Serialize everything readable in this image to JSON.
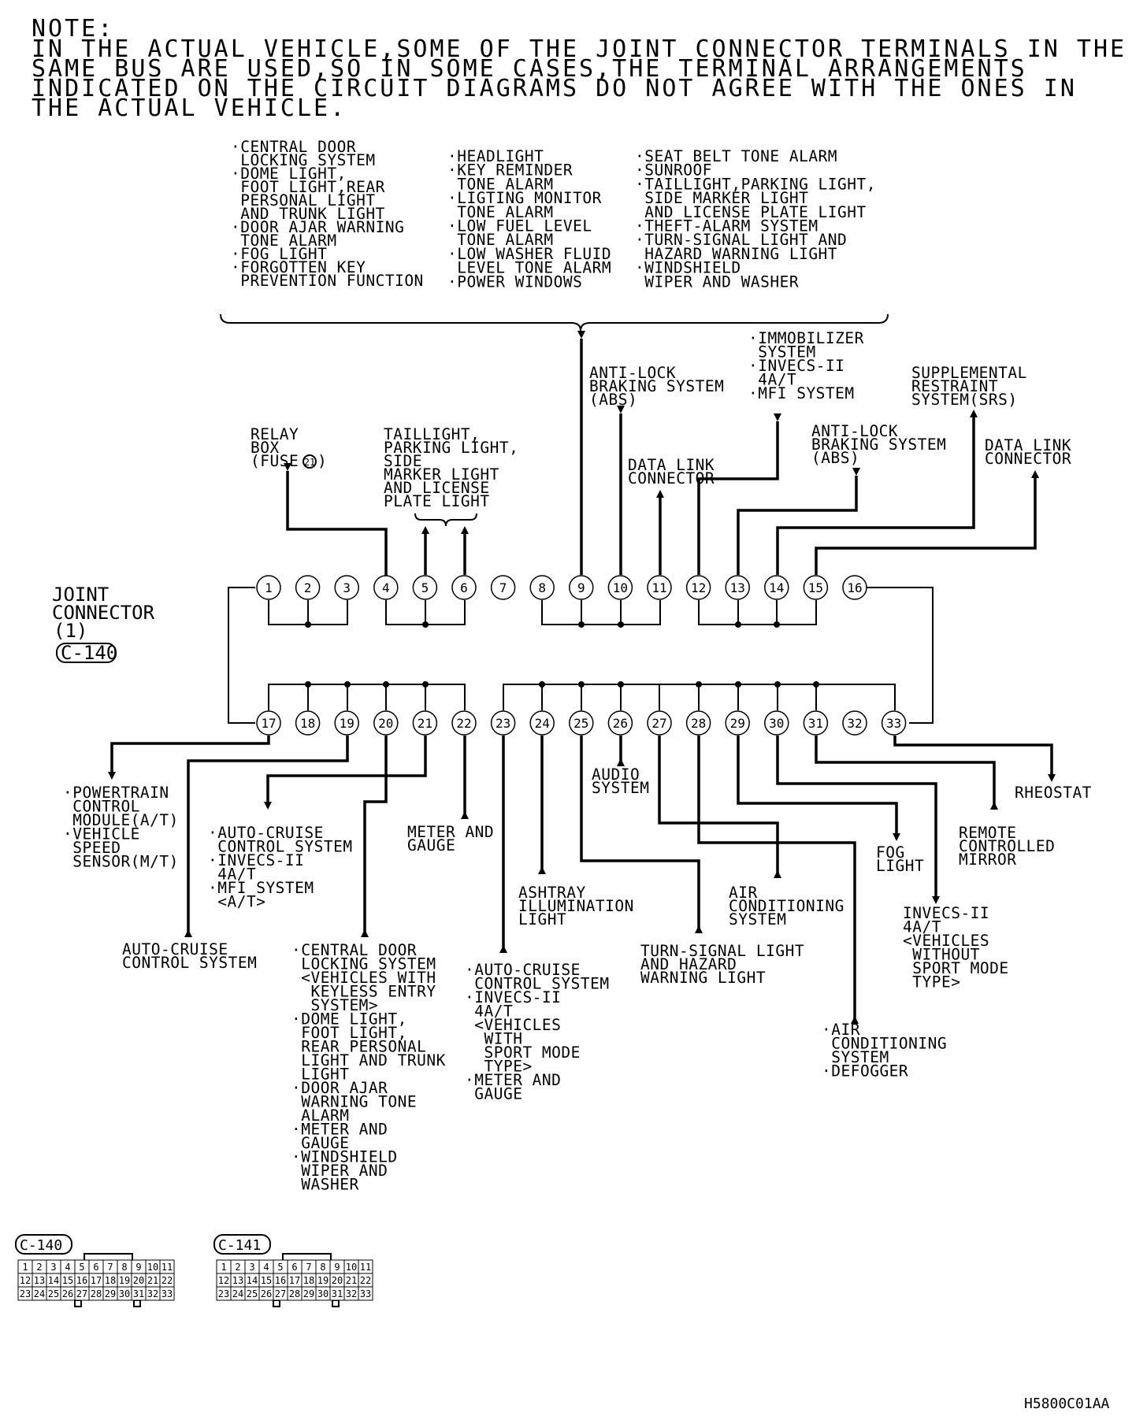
{
  "note": {
    "heading": "NOTE:",
    "lines": [
      "IN THE ACTUAL VEHICLE,SOME OF THE JOINT CONNECTOR TERMINALS IN THE",
      "SAME BUS ARE USED,SO IN SOME CASES,THE TERMINAL ARRANGEMENTS",
      "INDICATED ON THE CIRCUIT DIAGRAMS DO NOT AGREE WITH THE ONES IN",
      "THE ACTUAL VEHICLE."
    ]
  },
  "top_systems": {
    "col1": [
      "·CENTRAL DOOR",
      " LOCKING SYSTEM",
      "·DOME LIGHT,",
      " FOOT LIGHT,REAR",
      " PERSONAL LIGHT",
      " AND TRUNK LIGHT",
      "·DOOR AJAR WARNING",
      " TONE ALARM",
      "·FOG LIGHT",
      "·FORGOTTEN KEY",
      " PREVENTION FUNCTION"
    ],
    "col2": [
      "·HEADLIGHT",
      "·KEY REMINDER",
      " TONE ALARM",
      "·LIGTING MONITOR",
      " TONE ALARM",
      "·LOW FUEL LEVEL",
      " TONE ALARM",
      "·LOW WASHER FLUID",
      " LEVEL TONE ALARM",
      "·POWER WINDOWS"
    ],
    "col3": [
      "·SEAT BELT TONE ALARM",
      "·SUNROOF",
      "·TAILLIGHT,PARKING LIGHT,",
      " SIDE MARKER LIGHT",
      " AND LICENSE PLATE LIGHT",
      "·THEFT-ALARM SYSTEM",
      "·TURN-SIGNAL LIGHT AND",
      " HAZARD WARNING LIGHT",
      "·WINDSHIELD",
      " WIPER AND WASHER"
    ]
  },
  "labels": {
    "relay_box": [
      "RELAY",
      "BOX",
      "(FUSE",
      ")"
    ],
    "fuse_number": "21",
    "taillight": [
      "TAILLIGHT,",
      "PARKING LIGHT,",
      "SIDE",
      "MARKER LIGHT",
      "AND LICENSE",
      "PLATE LIGHT"
    ],
    "abs_1": [
      "ANTI-LOCK",
      "BRAKING SYSTEM",
      "(ABS)"
    ],
    "data_link_1": [
      "DATA LINK",
      "CONNECTOR"
    ],
    "immobilizer": [
      "·IMMOBILIZER",
      " SYSTEM",
      "·INVECS-II",
      " 4A/T",
      "·MFI SYSTEM"
    ],
    "abs_2": [
      "ANTI-LOCK",
      "BRAKING SYSTEM",
      "(ABS)"
    ],
    "srs": [
      "SUPPLEMENTAL",
      "RESTRAINT",
      "SYSTEM(SRS)"
    ],
    "data_link_2": [
      "DATA LINK",
      "CONNECTOR"
    ],
    "joint_connector": [
      "JOINT",
      "CONNECTOR",
      "(1)"
    ],
    "joint_code": "C-140",
    "powertrain": [
      "·POWERTRAIN",
      " CONTROL",
      " MODULE(A/T)",
      "·VEHICLE",
      " SPEED",
      " SENSOR(M/T)"
    ],
    "auto_cruise_a": [
      "·AUTO-CRUISE",
      " CONTROL SYSTEM",
      "·INVECS-II",
      " 4A/T",
      "·MFI SYSTEM",
      " <A/T>"
    ],
    "auto_cruise_b": [
      "AUTO-CRUISE",
      "CONTROL SYSTEM"
    ],
    "meter_gauge": [
      "METER AND",
      "GAUGE"
    ],
    "central_door": [
      "·CENTRAL DOOR",
      " LOCKING SYSTEM",
      " <VEHICLES WITH",
      "  KEYLESS ENTRY",
      "  SYSTEM>",
      "·DOME LIGHT,",
      " FOOT LIGHT,",
      " REAR PERSONAL",
      " LIGHT AND TRUNK",
      " LIGHT",
      "·DOOR AJAR",
      " WARNING TONE",
      " ALARM",
      "·METER AND",
      " GAUGE",
      "·WINDSHIELD",
      " WIPER AND",
      " WASHER"
    ],
    "auto_cruise_c": [
      "·AUTO-CRUISE",
      " CONTROL SYSTEM",
      "·INVECS-II",
      " 4A/T",
      " <VEHICLES",
      "  WITH",
      "  SPORT MODE",
      "  TYPE>",
      "·METER AND",
      " GAUGE"
    ],
    "ashtray": [
      "ASHTRAY",
      "ILLUMINATION",
      "LIGHT"
    ],
    "audio": [
      "AUDIO",
      "SYSTEM"
    ],
    "turn_signal": [
      "TURN-SIGNAL LIGHT",
      "AND HAZARD",
      "WARNING LIGHT"
    ],
    "air_cond_1": [
      "AIR",
      "CONDITIONING",
      "SYSTEM"
    ],
    "air_cond_2": [
      "·AIR",
      " CONDITIONING",
      " SYSTEM",
      "·DEFOGGER"
    ],
    "fog": [
      "FOG",
      "LIGHT"
    ],
    "invecs_without": [
      "INVECS-II",
      "4A/T",
      "<VEHICLES",
      " WITHOUT",
      " SPORT MODE",
      " TYPE>"
    ],
    "remote_mirror": [
      "REMOTE",
      "CONTROLLED",
      "MIRROR"
    ],
    "rheostat": [
      "RHEOSTAT"
    ]
  },
  "terminals_top": [
    "1",
    "2",
    "3",
    "4",
    "5",
    "6",
    "7",
    "8",
    "9",
    "10",
    "11",
    "12",
    "13",
    "14",
    "15",
    "16"
  ],
  "terminals_bottom": [
    "17",
    "18",
    "19",
    "20",
    "21",
    "22",
    "23",
    "24",
    "25",
    "26",
    "27",
    "28",
    "29",
    "30",
    "31",
    "32",
    "33"
  ],
  "connector_faces": [
    {
      "code": "C-140",
      "rows": [
        [
          "1",
          "2",
          "3",
          "4",
          "5",
          "6",
          "7",
          "8",
          "9",
          "10",
          "11"
        ],
        [
          "12",
          "13",
          "14",
          "15",
          "16",
          "17",
          "18",
          "19",
          "20",
          "21",
          "22"
        ],
        [
          "23",
          "24",
          "25",
          "26",
          "27",
          "28",
          "29",
          "30",
          "31",
          "32",
          "33"
        ]
      ]
    },
    {
      "code": "C-141",
      "rows": [
        [
          "1",
          "2",
          "3",
          "4",
          "5",
          "6",
          "7",
          "8",
          "9",
          "10",
          "11"
        ],
        [
          "12",
          "13",
          "14",
          "15",
          "16",
          "17",
          "18",
          "19",
          "20",
          "21",
          "22"
        ],
        [
          "23",
          "24",
          "25",
          "26",
          "27",
          "28",
          "29",
          "30",
          "31",
          "32",
          "33"
        ]
      ]
    }
  ],
  "figure_code": "H5800C01AA"
}
